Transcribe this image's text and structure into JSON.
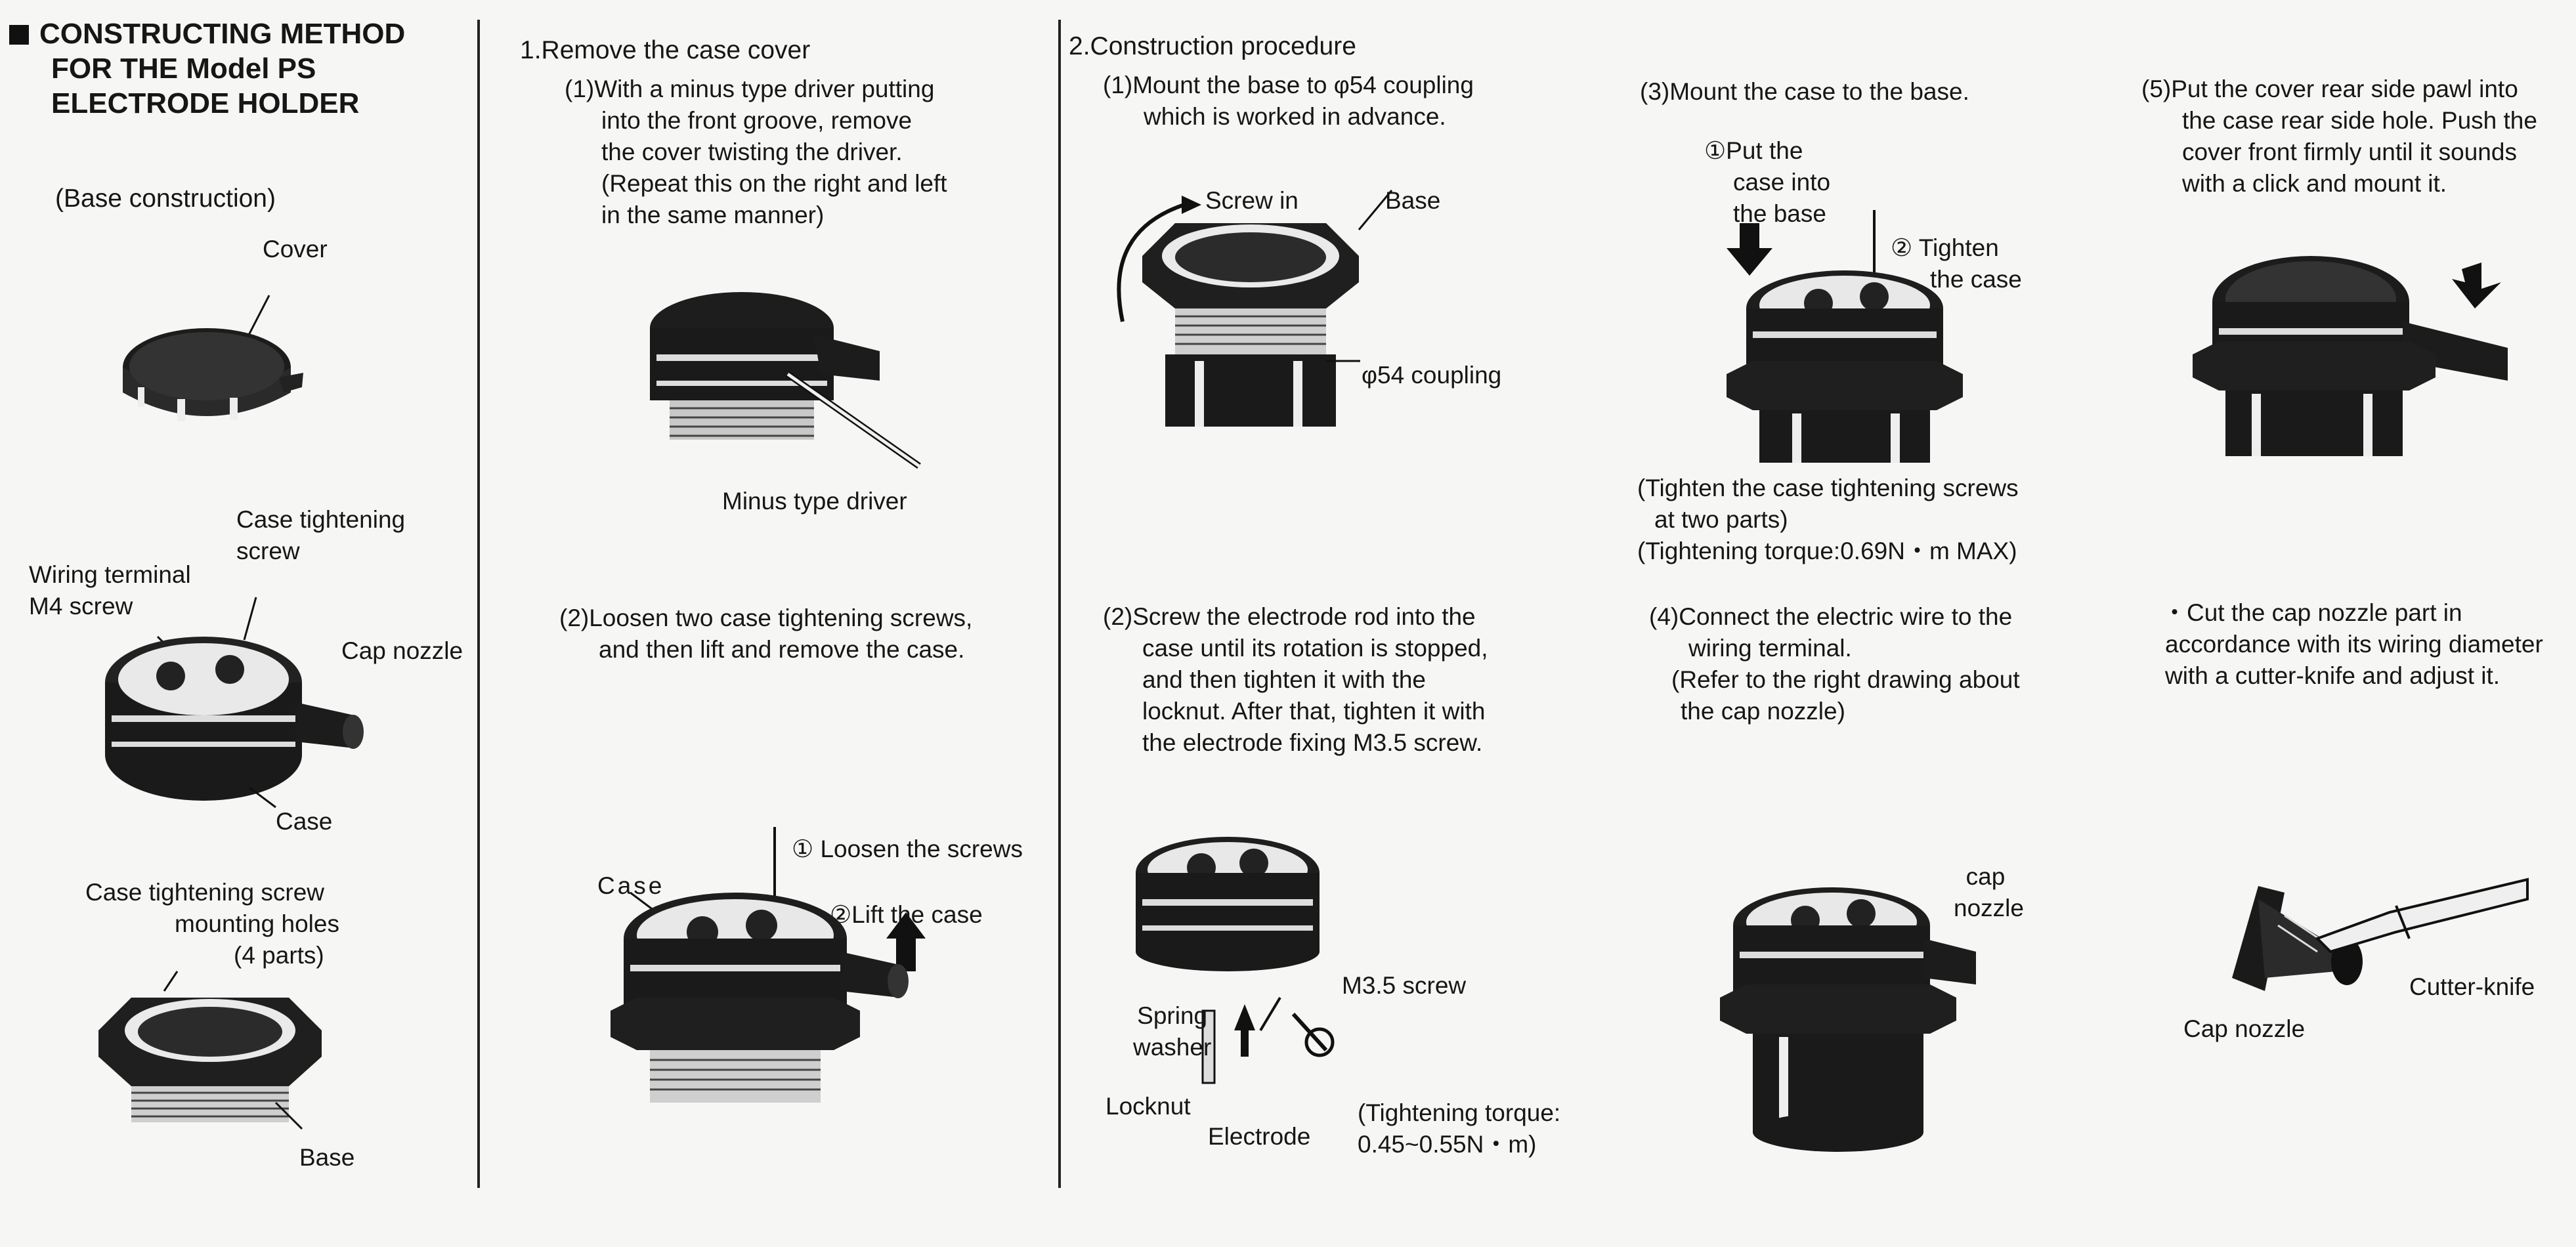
{
  "left": {
    "title_lines": [
      "CONSTRUCTING METHOD",
      "FOR THE Model PS",
      "ELECTRODE HOLDER"
    ],
    "base_construction": "(Base construction)",
    "cover": "Cover",
    "case_tightening_screw": [
      "Case tightening",
      "screw"
    ],
    "wiring_terminal": [
      "Wiring terminal",
      "M4 screw"
    ],
    "cap_nozzle": "Cap nozzle",
    "case": "Case",
    "mounting_holes": [
      "Case tightening screw",
      "mounting holes",
      "(4 parts)"
    ],
    "base": "Base"
  },
  "remove": {
    "heading": "1.Remove the case cover",
    "step1": [
      "(1)With a minus type driver putting",
      "into  the front groove, remove",
      "the cover twisting the driver.",
      "(Repeat this on the right and left",
      "in the same manner)"
    ],
    "driver_label": "Minus type driver",
    "step2": [
      "(2)Loosen two case tightening screws,",
      "and then lift and remove the case."
    ],
    "case_label": "Case",
    "loosen": "① Loosen the screws",
    "lift": "②Lift the case"
  },
  "construct": {
    "heading": "2.Construction procedure",
    "step1": [
      "(1)Mount the base to φ54 coupling",
      "which is worked in advance."
    ],
    "screw_in": "Screw in",
    "base": "Base",
    "coupling": "φ54 coupling",
    "step2": [
      "(2)Screw the electrode rod into the",
      "case until its rotation is stopped,",
      "and then tighten it with the",
      "locknut. After that, tighten it with",
      "the electrode fixing M3.5 screw."
    ],
    "m35": "M3.5 screw",
    "spring_washer": [
      "Spring",
      "washer"
    ],
    "locknut": "Locknut",
    "electrode": "Electrode",
    "torque2": [
      "(Tightening torque:",
      "0.45~0.55N・m)"
    ]
  },
  "mount": {
    "step3": "(3)Mount the case to the base.",
    "put_case": [
      "①Put the",
      "case into",
      "the base"
    ],
    "tighten": [
      "② Tighten",
      "the case"
    ],
    "note": [
      "(Tighten the case tightening screws",
      "at two parts)",
      "(Tightening torque:0.69N・m MAX)"
    ],
    "step4": [
      "(4)Connect the electric wire to the",
      "wiring terminal.",
      "(Refer  to the right drawing about",
      "the cap nozzle)"
    ],
    "cap_nozzle": [
      "cap",
      "nozzle"
    ]
  },
  "cover": {
    "step5": [
      "(5)Put the cover rear side pawl into",
      "the case rear side hole. Push the",
      "cover front firmly until it sounds",
      "with a click and mount it."
    ],
    "cut_note": [
      "・Cut the cap nozzle part in",
      "accordance with its wiring diameter",
      "with a cutter-knife and adjust it."
    ],
    "cutter": "Cutter-knife",
    "cap_nozzle": "Cap nozzle"
  }
}
